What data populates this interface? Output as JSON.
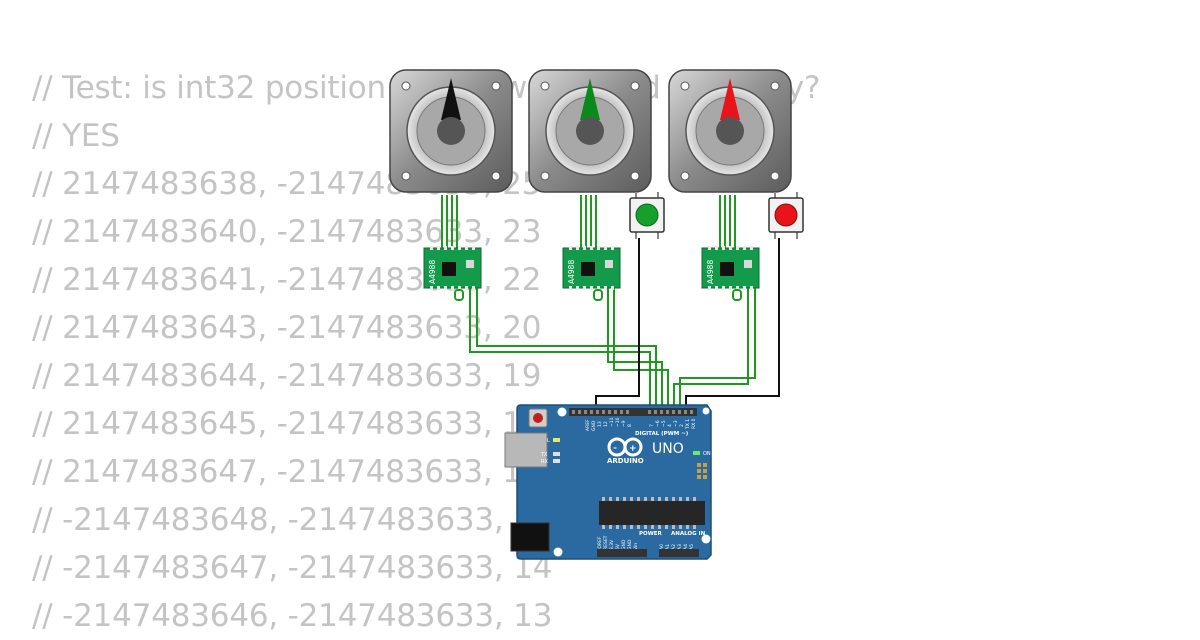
{
  "sketch_comment_lines": [
    "// Test: is int32 position overflow handled correctly?",
    "// YES",
    "// 2147483638, -2147483633, 25",
    "// 2147483640, -2147483633, 23",
    "// 2147483641, -2147483633, 22",
    "// 2147483643, -2147483633, 20",
    "// 2147483644, -2147483633, 19",
    "// 2147483645, -2147483633, 18",
    "// 2147483647, -2147483633, 16",
    "// -2147483648, -2147483633, 15",
    "// -2147483647, -2147483633, 14",
    "// -2147483646, -2147483633, 13"
  ],
  "motors": [
    {
      "needle_color": "#111111"
    },
    {
      "needle_color": "#0a8a1a"
    },
    {
      "needle_color": "#e8141a"
    }
  ],
  "drivers": [
    {
      "chip_label": "A4988"
    },
    {
      "chip_label": "A4988"
    },
    {
      "chip_label": "A4988"
    }
  ],
  "buttons": [
    {
      "color": "#14a02a"
    },
    {
      "color": "#e8141a"
    }
  ],
  "arduino": {
    "brand": "ARDUINO",
    "model": "UNO",
    "digital_header": "DIGITAL (PWM ~)",
    "power_header": "POWER",
    "analog_header": "ANALOG IN",
    "on_label": "ON",
    "tx_label": "TX",
    "rx_label": "RX",
    "l_label": "L"
  },
  "colors": {
    "wire_green": "#1f9a1f",
    "wire_black": "#111111",
    "board_blue": "#2a6aa0",
    "driver_green": "#139a4a"
  }
}
